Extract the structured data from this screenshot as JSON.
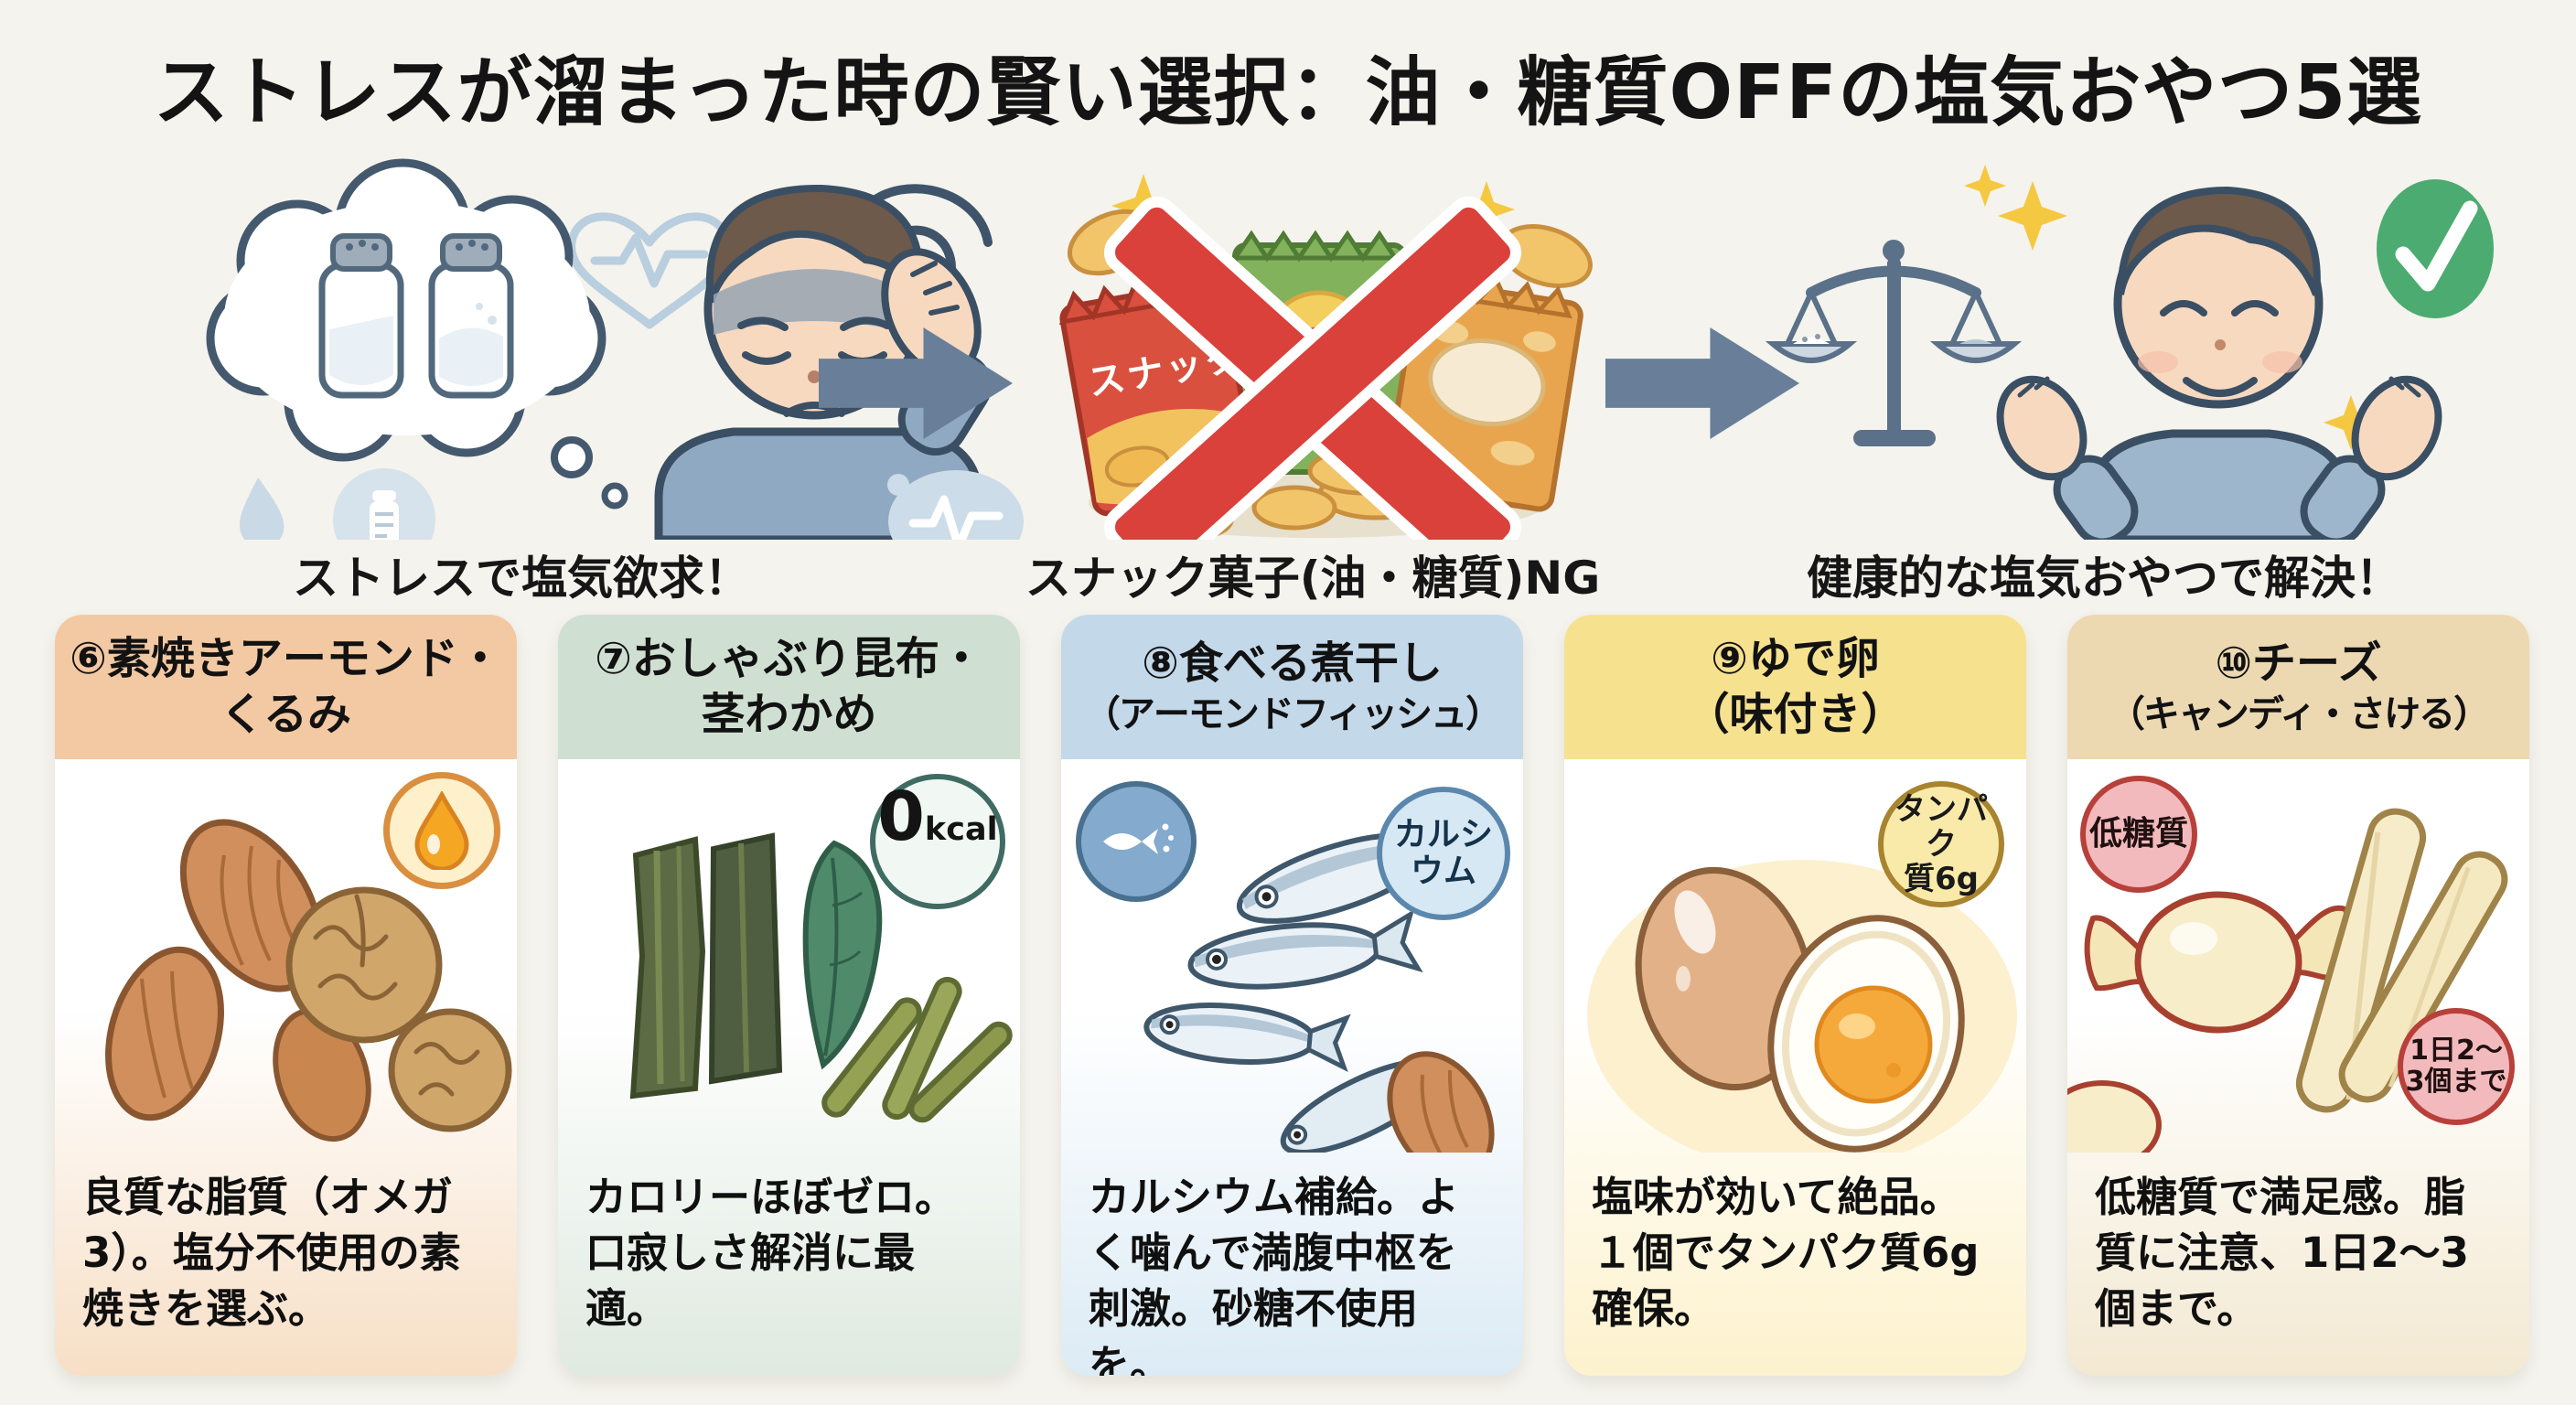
{
  "page": {
    "title": "ストレスが溜まった時の賢い選択：油・糖質OFFの塩気おやつ5選"
  },
  "colors": {
    "background": "#f4f3ed",
    "arrow": "#697f99",
    "ng_red": "#d9413a",
    "ok_green": "#4cab70",
    "card_headers": [
      "#f2c9a3",
      "#cfe0d2",
      "#c3d8e9",
      "#f6e18f",
      "#ecd9b2"
    ]
  },
  "flow": {
    "steps": [
      {
        "caption": "ストレスで塩気欲求！",
        "icons": [
          "thought-bubble",
          "salt-shaker",
          "stressed-person",
          "swirl",
          "heartbeat",
          "pulse-bubble",
          "water-drop",
          "salt-bottle"
        ]
      },
      {
        "caption": "スナック菓子(油・糖質)NG",
        "bag_label": "スナック",
        "icons": [
          "snack-bags",
          "potato-chips",
          "ng-cross",
          "sparkle"
        ]
      },
      {
        "caption": "健康的な塩気おやつで解決！",
        "icons": [
          "balance-scale",
          "relieved-person",
          "check-mark",
          "sparkle"
        ]
      }
    ]
  },
  "cards": [
    {
      "title1": "⑥素焼きアーモンド・",
      "title2": "くるみ",
      "desc": "良質な脂質（オメガ3）。塩分不使用の素焼きを選ぶ。",
      "badge": {
        "icon": "oil-drop"
      }
    },
    {
      "title1": "⑦おしゃぶり昆布・",
      "title2": "茎わかめ",
      "desc": "カロリーほぼゼロ。口寂しさ解消に最適。",
      "badge": {
        "big": "0",
        "small": "kcal"
      }
    },
    {
      "title1": "⑧食べる煮干し",
      "title2": "（アーモンドフィッシュ）",
      "desc": "カルシウム補給。よく噛んで満腹中枢を刺激。砂糖不使用を。",
      "badge_left": {
        "icon": "fish"
      },
      "badge": {
        "line1": "カルシ",
        "line2": "ウム"
      }
    },
    {
      "title1": "⑨ゆで卵",
      "title2": "（味付き）",
      "desc": "塩味が効いて絶品。１個でタンパク質6g確保。",
      "badge": {
        "line1": "タンパク",
        "line2": "質6g"
      }
    },
    {
      "title1": "⑩チーズ",
      "title2": "（キャンディ・さける）",
      "desc": "低糖質で満足感。脂質に注意、1日2〜3個まで。",
      "badge_top": {
        "text": "低糖質"
      },
      "badge": {
        "line1": "1日2〜",
        "line2": "3個まで"
      }
    }
  ]
}
